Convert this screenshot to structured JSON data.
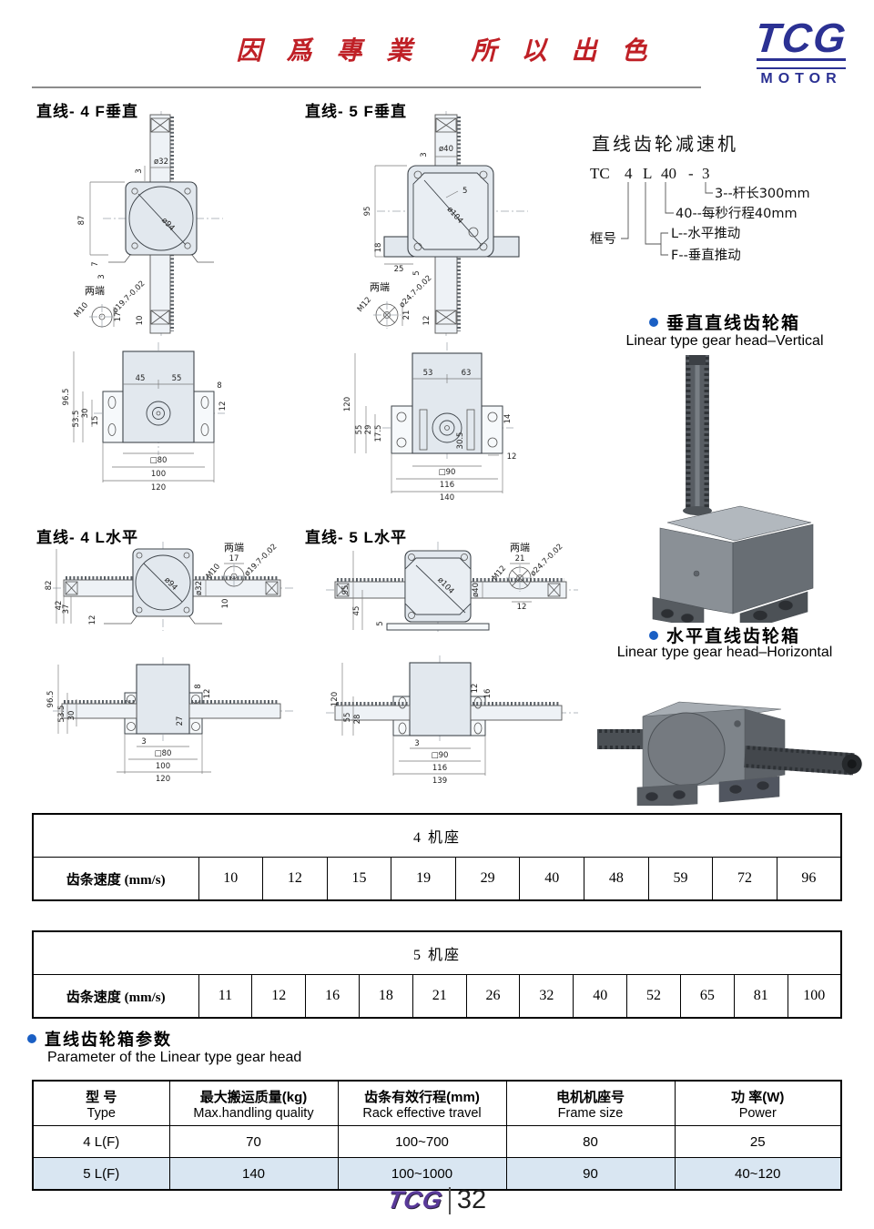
{
  "header": {
    "slogan": "因 爲 專 業　 所 以 出 色",
    "logo_tcg": "TCG",
    "logo_motor": "MOTOR"
  },
  "model": {
    "title": "直线齿轮减速机",
    "code_tc": "TC",
    "code_frame": "4",
    "code_dir": "L",
    "code_speed": "40",
    "code_dash": "-",
    "code_rod": "3",
    "callout_rod": "3--杆长300mm",
    "callout_travel": "40--每秒行程40mm",
    "callout_frame": "框号",
    "callout_l": "L--水平推动",
    "callout_f": "F--垂直推动"
  },
  "captions": {
    "vertical_cn": "垂直直线齿轮箱",
    "vertical_en": "Linear type gear head–Vertical",
    "horizontal_cn": "水平直线齿轮箱",
    "horizontal_en": "Linear type gear head–Horizontal"
  },
  "drawings": {
    "f4": {
      "title": "直线- 4 F垂直",
      "dims": [
        "87",
        "3",
        "ø32",
        "7",
        "3",
        "ø94",
        "两端",
        "M10",
        "ø19.7-0.02",
        "17",
        "10"
      ]
    },
    "f4_foot": {
      "dims": [
        "96.5",
        "53.5",
        "30",
        "15",
        "45",
        "55",
        "8",
        "12",
        "□80",
        "100",
        "120"
      ]
    },
    "f5": {
      "title": "直线- 5 F垂直",
      "dims": [
        "95",
        "3",
        "ø40",
        "5",
        "ø104",
        "18",
        "25",
        "5",
        "两端",
        "M12",
        "ø24.7-0.02",
        "21",
        "12"
      ]
    },
    "f5_foot": {
      "dims": [
        "120",
        "55",
        "29",
        "17.5",
        "53",
        "63",
        "14",
        "30.5",
        "12",
        "□90",
        "116",
        "140"
      ]
    },
    "l4": {
      "title": "直线- 4 L水平",
      "dims": [
        "82",
        "42",
        "37",
        "12",
        "ø94",
        "ø32",
        "10",
        "两端",
        "17",
        "M10",
        "ø19.7-0.02"
      ]
    },
    "l4_foot": {
      "dims": [
        "96.5",
        "53.5",
        "30",
        "8",
        "12",
        "27",
        "3",
        "□80",
        "100",
        "120"
      ]
    },
    "l5": {
      "title": "直线- 5 L水平",
      "dims": [
        "95",
        "45",
        "5",
        "ø104",
        "ø40",
        "12",
        "两端",
        "21",
        "M12",
        "ø24.7-0.02"
      ]
    },
    "l5_foot": {
      "dims": [
        "120",
        "55",
        "28",
        "12",
        "16",
        "3",
        "□90",
        "116",
        "139"
      ]
    }
  },
  "speed_tables": [
    {
      "title": "4 机座",
      "row_label": "齿条速度 (mm/s)",
      "values": [
        "10",
        "12",
        "15",
        "19",
        "29",
        "40",
        "48",
        "59",
        "72",
        "96"
      ]
    },
    {
      "title": "5 机座",
      "row_label": "齿条速度 (mm/s)",
      "values": [
        "11",
        "12",
        "16",
        "18",
        "21",
        "26",
        "32",
        "40",
        "52",
        "65",
        "81",
        "100"
      ]
    }
  ],
  "param_section": {
    "title_cn": "直线齿轮箱参数",
    "title_en": "Parameter of the Linear type gear head",
    "headers": [
      {
        "cn": "型  号",
        "en": "Type"
      },
      {
        "cn": "最大搬运质量(kg)",
        "en": "Max.handling quality"
      },
      {
        "cn": "齿条有效行程(mm)",
        "en": "Rack effective travel"
      },
      {
        "cn": "电机机座号",
        "en": "Frame size"
      },
      {
        "cn": "功 率(W)",
        "en": "Power"
      }
    ],
    "rows": [
      [
        "4 L(F)",
        "70",
        "100~700",
        "80",
        "25"
      ],
      [
        "5 L(F)",
        "140",
        "100~1000",
        "90",
        "40~120"
      ]
    ]
  },
  "footer": {
    "logo": "TCG",
    "page": "32"
  },
  "colors": {
    "accent_red": "#bf2026",
    "brand_blue": "#2b3193",
    "bullet_blue": "#1a5fc4",
    "footer_purple": "#5a3a9a",
    "row_highlight": "#d9e6f2",
    "drawing_fill": "#e2e8ee"
  }
}
